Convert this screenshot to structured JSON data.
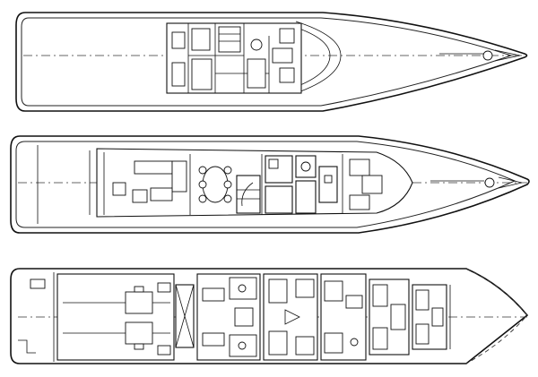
{
  "drawing": {
    "decks": [
      {
        "id": "upper-deck"
      },
      {
        "id": "main-deck"
      },
      {
        "id": "lower-deck"
      }
    ]
  }
}
